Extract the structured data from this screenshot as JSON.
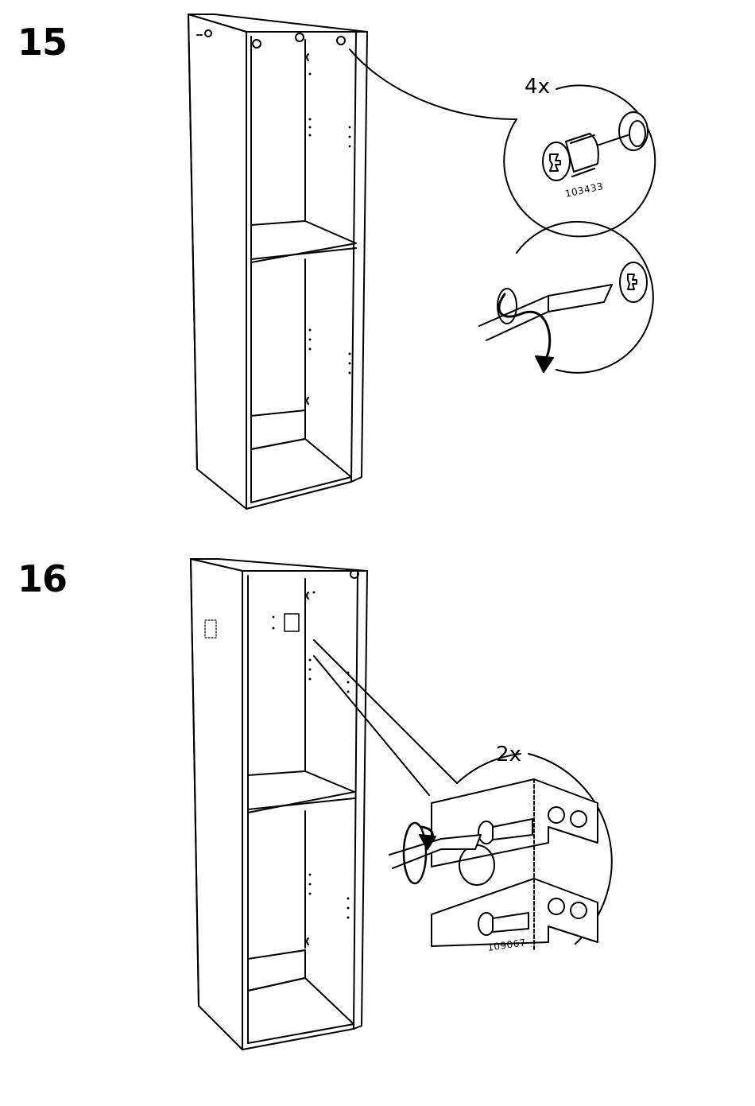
{
  "steps": [
    {
      "number": "15",
      "quantity": "4x",
      "part_number": "103433"
    },
    {
      "number": "16",
      "quantity": "2x",
      "part_number": "109067"
    }
  ],
  "colors": {
    "ink": "#000000",
    "paper": "#ffffff"
  },
  "icons": [
    "bookcase-frame",
    "cam-lock-fitting",
    "screwdriver",
    "rotate-arrow",
    "corner-bracket",
    "screw"
  ]
}
